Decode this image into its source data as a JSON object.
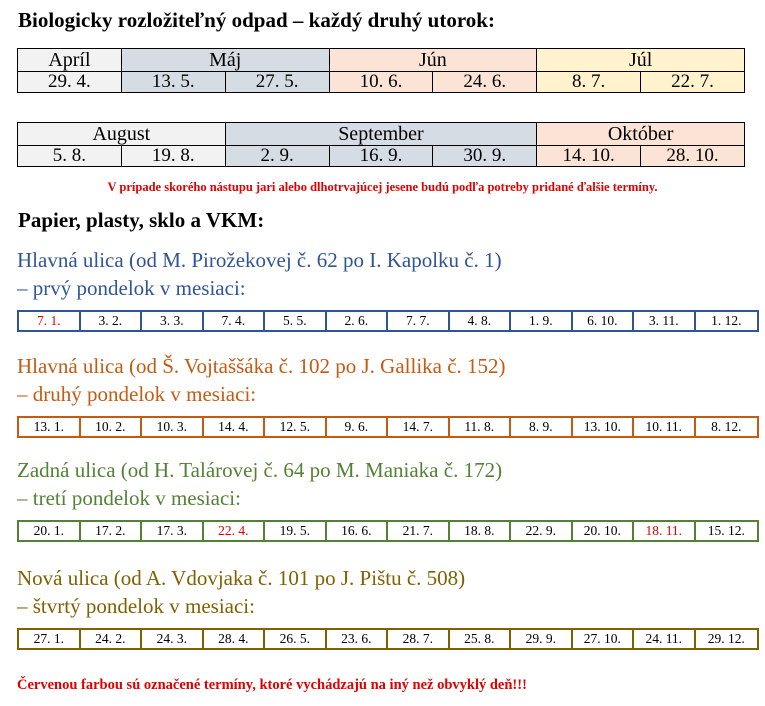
{
  "bio": {
    "title": "Biologicky rozložiteľný odpad – každý druhý utorok:",
    "row1": [
      {
        "month": "Apríl",
        "color": "#f2f2f2",
        "dates": [
          "29. 4."
        ]
      },
      {
        "month": "Máj",
        "color": "#d6dce4",
        "dates": [
          "13. 5.",
          "27. 5."
        ]
      },
      {
        "month": "Jún",
        "color": "#fbe3d6",
        "dates": [
          "10. 6.",
          "24. 6."
        ]
      },
      {
        "month": "Júl",
        "color": "#fff2cc",
        "dates": [
          "8. 7.",
          "22. 7."
        ]
      }
    ],
    "row2": [
      {
        "month": "August",
        "color": "#f2f2f2",
        "dates": [
          "5. 8.",
          "19. 8."
        ]
      },
      {
        "month": "September",
        "color": "#d6dce4",
        "dates": [
          "2. 9.",
          "16. 9.",
          "30. 9."
        ]
      },
      {
        "month": "Október",
        "color": "#fbe3d6",
        "dates": [
          "14. 10.",
          "28. 10."
        ]
      }
    ],
    "note": "V prípade skorého nástupu jari alebo dlhotrvajúcej jesene budú podľa potreby pridané ďalšie termíny."
  },
  "paper": {
    "title": "Papier, plasty, sklo a VKM:",
    "sections": [
      {
        "title": "Hlavná ulica (od M. Pirožekovej č. 62 po I. Kapolku č. 1)",
        "sub": "– prvý pondelok v mesiaci:",
        "color": "#2f5597",
        "dates": [
          {
            "d": "7. 1.",
            "red": true
          },
          {
            "d": "3. 2."
          },
          {
            "d": "3. 3."
          },
          {
            "d": "7. 4."
          },
          {
            "d": "5. 5."
          },
          {
            "d": "2. 6."
          },
          {
            "d": "7. 7."
          },
          {
            "d": "4. 8."
          },
          {
            "d": "1. 9."
          },
          {
            "d": "6. 10."
          },
          {
            "d": "3. 11."
          },
          {
            "d": "1. 12."
          }
        ]
      },
      {
        "title": "Hlavná ulica (od Š. Vojtaššáka  č. 102 po J. Gallika č. 152)",
        "sub": "– druhý pondelok v mesiaci:",
        "color": "#c55a11",
        "dates": [
          {
            "d": "13. 1."
          },
          {
            "d": "10. 2."
          },
          {
            "d": "10. 3."
          },
          {
            "d": "14. 4."
          },
          {
            "d": "12. 5."
          },
          {
            "d": "9. 6."
          },
          {
            "d": "14. 7."
          },
          {
            "d": "11. 8."
          },
          {
            "d": "8. 9."
          },
          {
            "d": "13. 10."
          },
          {
            "d": "10. 11."
          },
          {
            "d": "8. 12."
          }
        ]
      },
      {
        "title": "Zadná ulica (od H. Talárovej č. 64 po M. Maniaka č. 172)",
        "sub": "– tretí pondelok v mesiaci:",
        "color": "#548235",
        "dates": [
          {
            "d": "20. 1."
          },
          {
            "d": "17. 2."
          },
          {
            "d": "17. 3."
          },
          {
            "d": "22. 4.",
            "red": true
          },
          {
            "d": "19. 5."
          },
          {
            "d": "16. 6."
          },
          {
            "d": "21. 7."
          },
          {
            "d": "18. 8."
          },
          {
            "d": "22. 9."
          },
          {
            "d": "20. 10."
          },
          {
            "d": "18. 11.",
            "red": true
          },
          {
            "d": "15. 12."
          }
        ]
      },
      {
        "title": "Nová ulica (od A. Vdovjaka č. 101 po J. Pištu č. 508)",
        "sub": "– štvrtý pondelok v mesiaci:",
        "color": "#806000",
        "dates": [
          {
            "d": "27. 1."
          },
          {
            "d": "24. 2."
          },
          {
            "d": "24. 3."
          },
          {
            "d": "28. 4."
          },
          {
            "d": "26. 5."
          },
          {
            "d": "23. 6."
          },
          {
            "d": "28. 7."
          },
          {
            "d": "25. 8."
          },
          {
            "d": "29. 9."
          },
          {
            "d": "27. 10."
          },
          {
            "d": "24. 11."
          },
          {
            "d": "29. 12."
          }
        ]
      }
    ],
    "footnote": "Červenou farbou sú označené termíny, ktoré vychádzajú na iný než obvyklý deň!!!"
  }
}
